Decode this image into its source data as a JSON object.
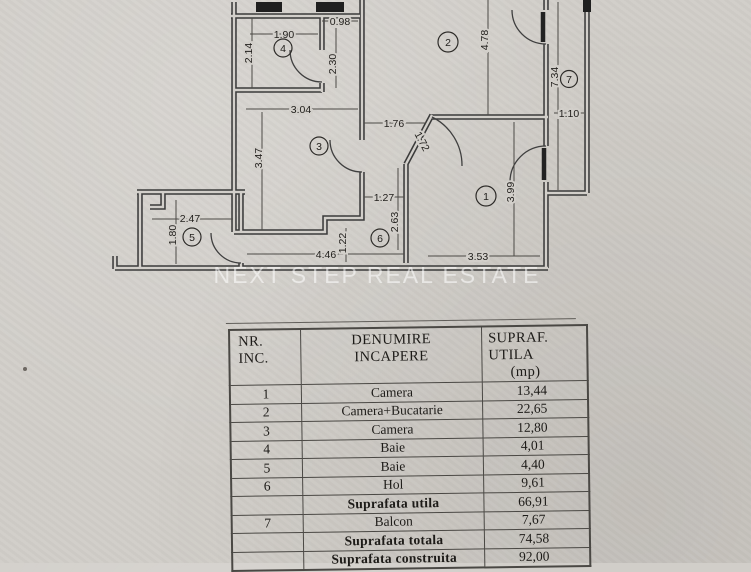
{
  "plan": {
    "watermark": "NEXT STEP REAL ESTATE",
    "room_labels": {
      "r1": "1",
      "r2": "2",
      "r3": "3",
      "r4": "4",
      "r5": "5",
      "r6": "6",
      "r7": "7"
    },
    "dims": {
      "d190": "1.90",
      "d214": "2.14",
      "d098": "0.98",
      "d230": "2.30",
      "d304": "3.04",
      "d347": "3.47",
      "d176": "1.76",
      "d172": "1.72",
      "d478": "4.78",
      "d734": "7.34",
      "d110": "1.10",
      "d399": "3.99",
      "d353": "3.53",
      "d127": "1.27",
      "d263": "2.63",
      "d446": "4.46",
      "d122": "1.22",
      "d247": "2.47",
      "d180": "1.80"
    }
  },
  "table": {
    "header": {
      "col1_l1": "NR.",
      "col1_l2": "INC.",
      "col2_l1": "DENUMIRE",
      "col2_l2": "INCAPERE",
      "col3_l1": "SUPRAF.",
      "col3_l2": "UTILA",
      "col3_l3": "(mp)"
    },
    "rows": [
      {
        "nr": "1",
        "name": "Camera",
        "area": "13,44"
      },
      {
        "nr": "2",
        "name": "Camera+Bucatarie",
        "area": "22,65"
      },
      {
        "nr": "3",
        "name": "Camera",
        "area": "12,80"
      },
      {
        "nr": "4",
        "name": "Baie",
        "area": "4,01"
      },
      {
        "nr": "5",
        "name": "Baie",
        "area": "4,40"
      },
      {
        "nr": "6",
        "name": "Hol",
        "area": "9,61"
      },
      {
        "nr": "",
        "name": "Suprafata utila",
        "area": "66,91"
      },
      {
        "nr": "7",
        "name": "Balcon",
        "area": "7,67"
      },
      {
        "nr": "",
        "name": "Suprafata totala",
        "area": "74,58"
      },
      {
        "nr": "",
        "name": "Suprafata construita",
        "area": "92,00"
      }
    ]
  }
}
